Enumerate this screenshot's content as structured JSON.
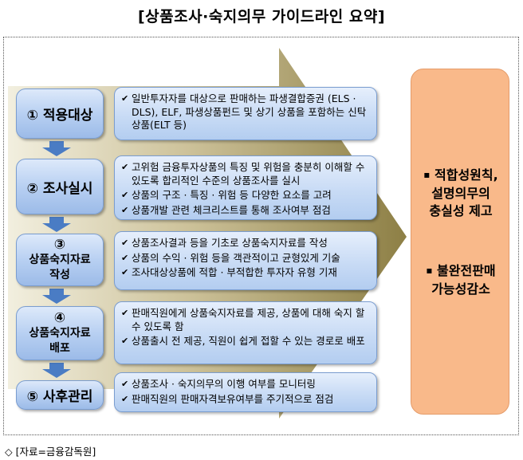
{
  "title": "[상품조사·숙지의무  가이드라인 요약]",
  "steps": [
    {
      "num": "",
      "label": "① 적용대상",
      "lines": []
    },
    {
      "num": "",
      "label": "② 조사실시",
      "lines": []
    },
    {
      "num": "③",
      "label": "",
      "lines": [
        "상품숙지자료",
        "작성"
      ]
    },
    {
      "num": "④",
      "label": "",
      "lines": [
        "상품숙지자료",
        "배포"
      ]
    },
    {
      "num": "",
      "label": "⑤ 사후관리",
      "lines": []
    }
  ],
  "descriptions": [
    [
      "일반투자자를 대상으로 판매하는 파생결합증권 (ELS · DLS), ELF, 파생상품펀드 및 상기 상품을 포함하는 신탁상품(ELT 등)"
    ],
    [
      "고위험 금융투자상품의 특징 및 위험을 충분히 이해할 수 있도록 합리적인 수준의 상품조사를 실시",
      "상품의 구조 · 특징 · 위험 등 다양한 요소를 고려",
      "상품개발 관련 체크리스트를 통해 조사여부 점검"
    ],
    [
      "상품조사결과 등을 기초로 상품숙지자료를 작성",
      "상품의 수익 · 위험 등을 객관적이고 균형있게 기술",
      "조사대상상품에 적합 · 부적합한 투자자 유형 기재"
    ],
    [
      "판매직원에게 상품숙지자료를 제공, 상품에 대해 숙지 할 수 있도록 함",
      "상품출시 전 제공, 직원이 쉽게 접할 수 있는 경로로 배포"
    ],
    [
      "상품조사 · 숙지의무의 이행 여부를 모니터링",
      "판매직원의 판매자격보유여부를 주기적으로 점검"
    ]
  ],
  "results": [
    {
      "bullet": "▪",
      "lines": [
        "적합성원칙,",
        "설명의무의",
        "충실성 제고"
      ]
    },
    {
      "bullet": "▪",
      "lines": [
        "불완전판매",
        "가능성감소"
      ]
    }
  ],
  "source": "◇ [자료=금융감독원]",
  "check_icon": "✔",
  "colors": {
    "arrow": "#a89a60",
    "step": "#b8d0f2",
    "desc": "#c8dbf5",
    "result": "#f9b98a",
    "down_arrow": "#4a7cc4"
  }
}
